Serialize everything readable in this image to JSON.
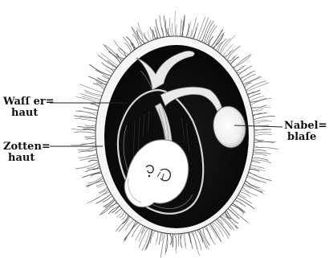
{
  "labels": {
    "wasserhaut": {
      "line1": "Waſſ er=",
      "line2": "haut"
    },
    "zottenhaut": {
      "line1": "Zotten=",
      "line2": "haut"
    },
    "nabelblase": {
      "line1": "Nabel=",
      "line2": "blaſe"
    }
  }
}
